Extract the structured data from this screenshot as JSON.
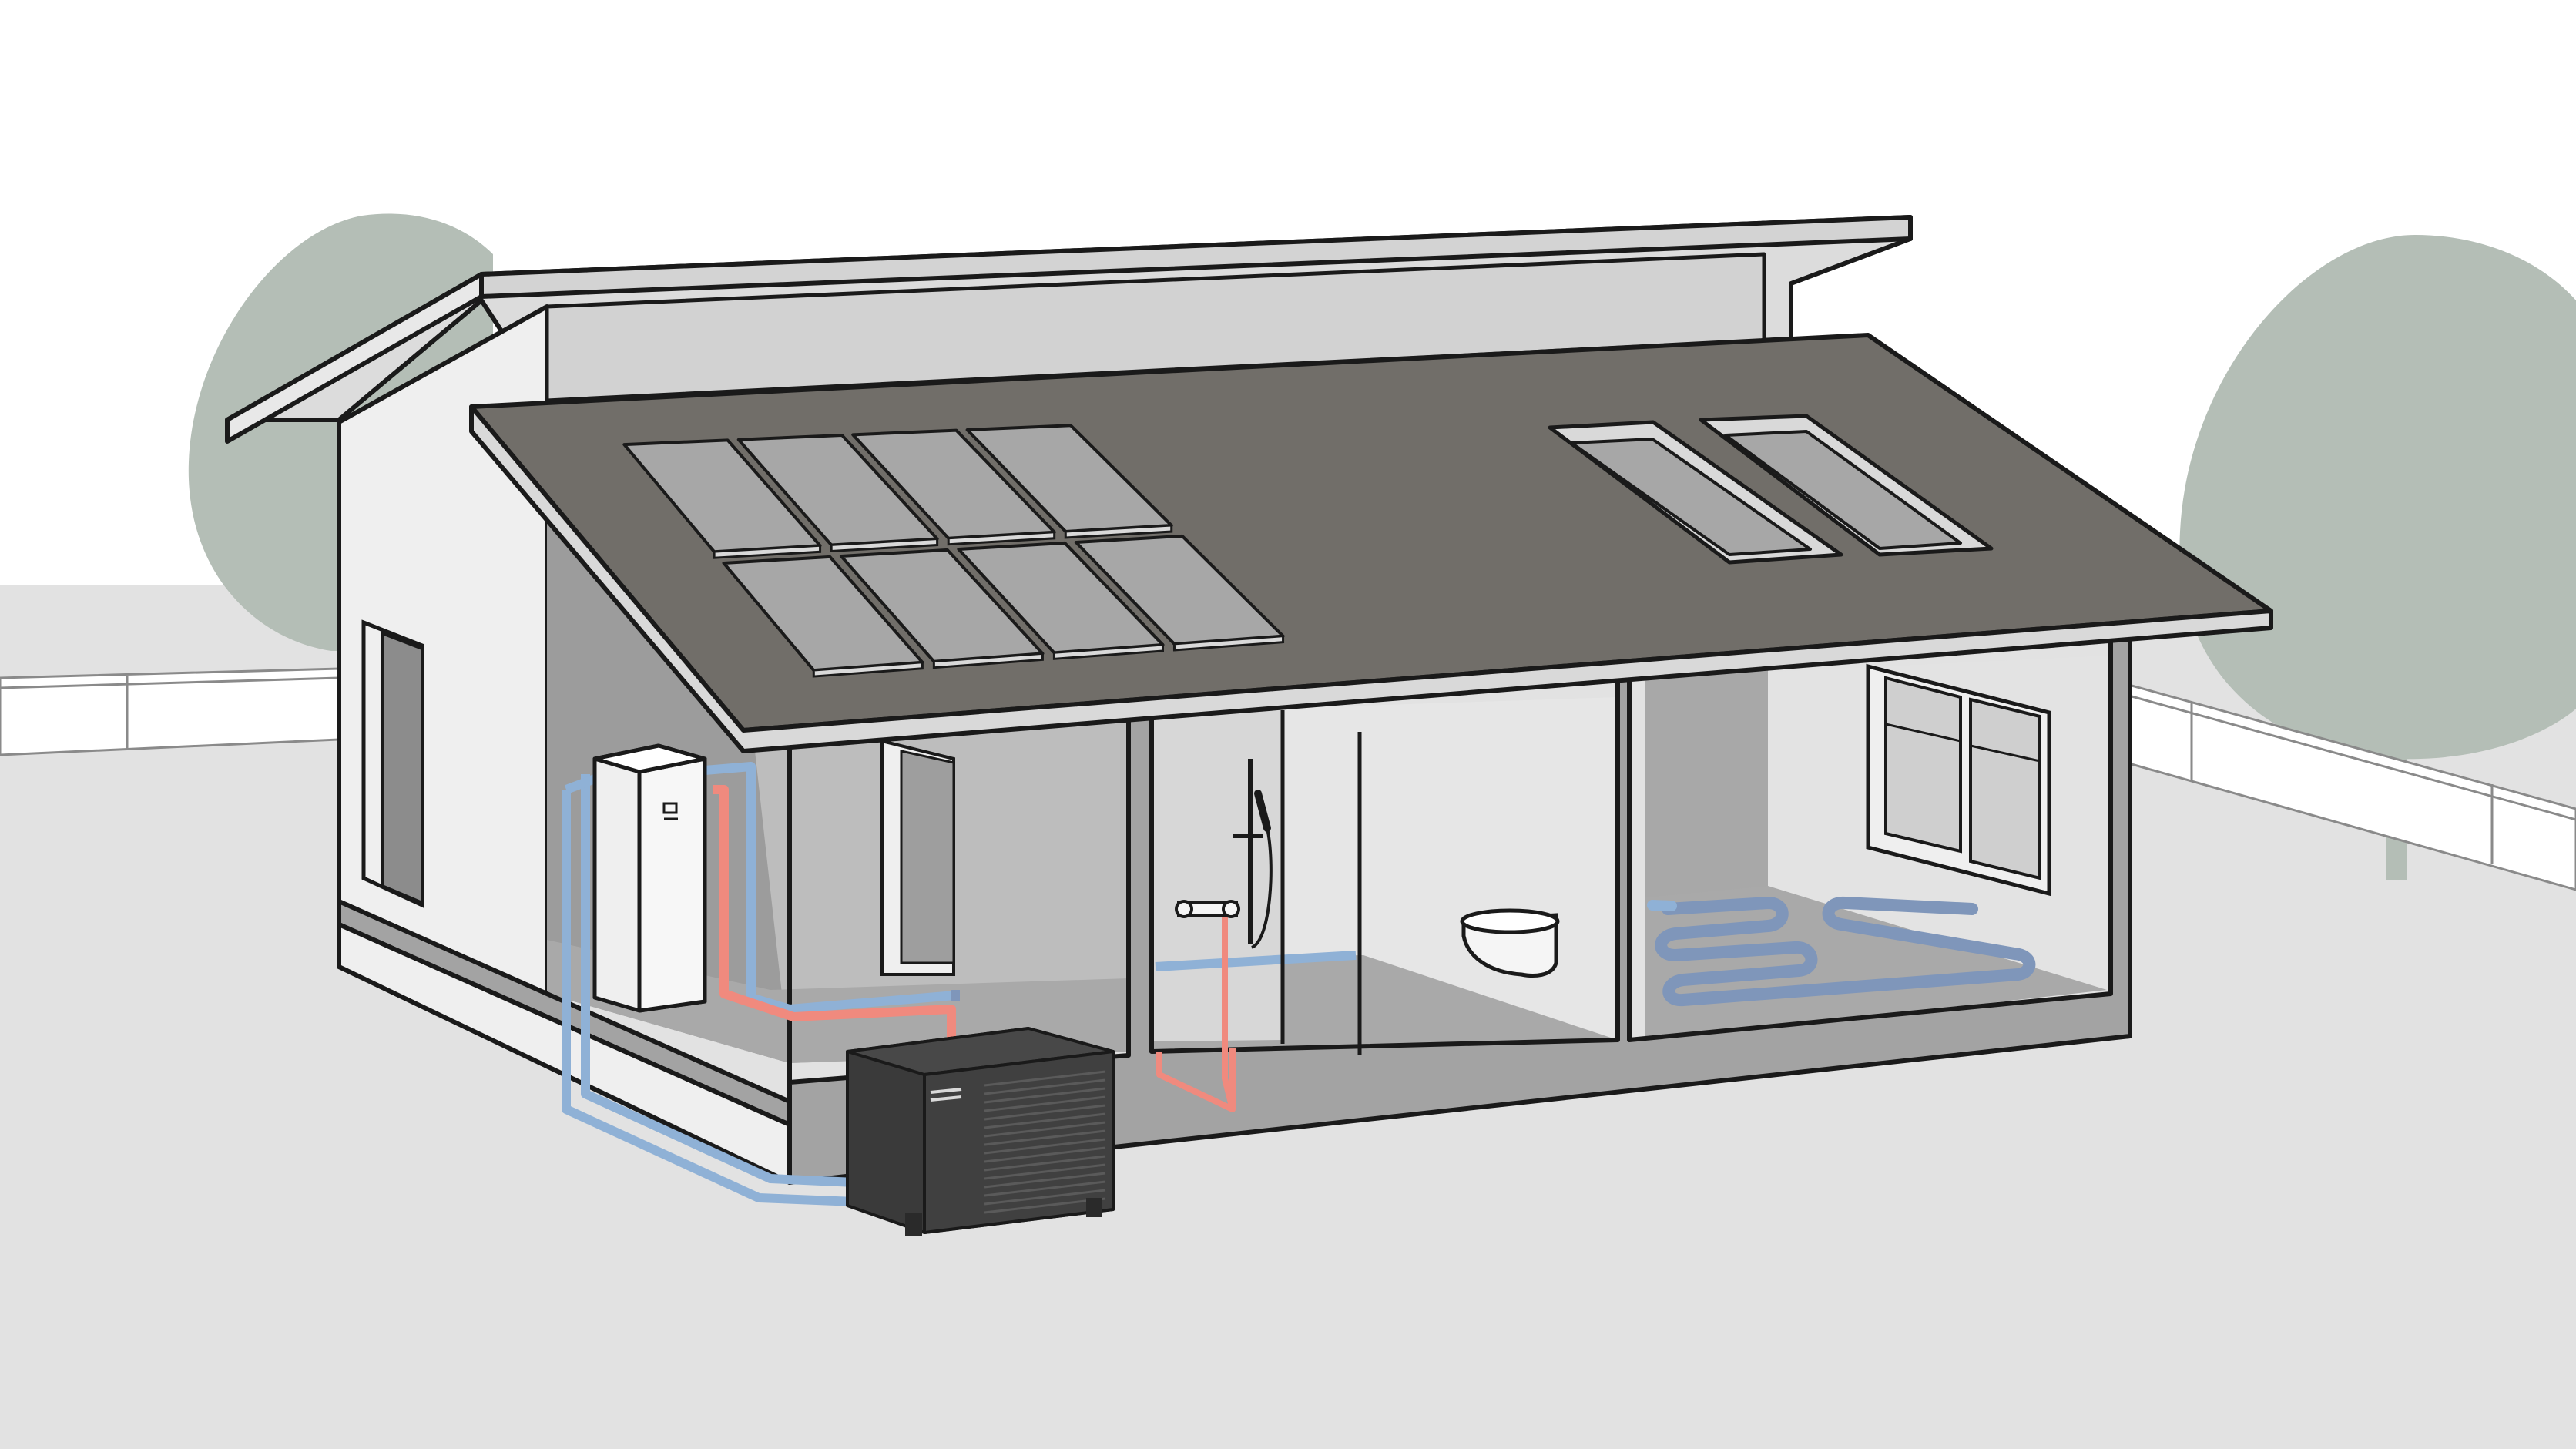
{
  "diagram": {
    "subject": "house-cutaway-heat-pump-system",
    "components": [
      {
        "id": "solar-panels",
        "count": 8
      },
      {
        "id": "roof-skylights",
        "count": 2
      },
      {
        "id": "indoor-unit"
      },
      {
        "id": "outdoor-heat-pump-unit"
      },
      {
        "id": "shower"
      },
      {
        "id": "wall-toilet"
      },
      {
        "id": "underfloor-heating"
      },
      {
        "id": "trees",
        "count": 2
      }
    ],
    "colors": {
      "sky": "#ffffff",
      "ground": "#e2e2e2",
      "tree": "#b4beb6",
      "roof": "#716e69",
      "roof_edge": "#d9d9d9",
      "wall_front": "#a3a3a3",
      "wall_light": "#efefef",
      "interior_floor": "#a9a9a9",
      "solar_panel": "#a7a7a7",
      "outdoor_unit": "#3f3f3f",
      "pipe_hot": "#f08a7e",
      "pipe_cold": "#8fb1d6",
      "floor_loop": "#7f96ba",
      "outline": "#1a1a1a"
    }
  }
}
